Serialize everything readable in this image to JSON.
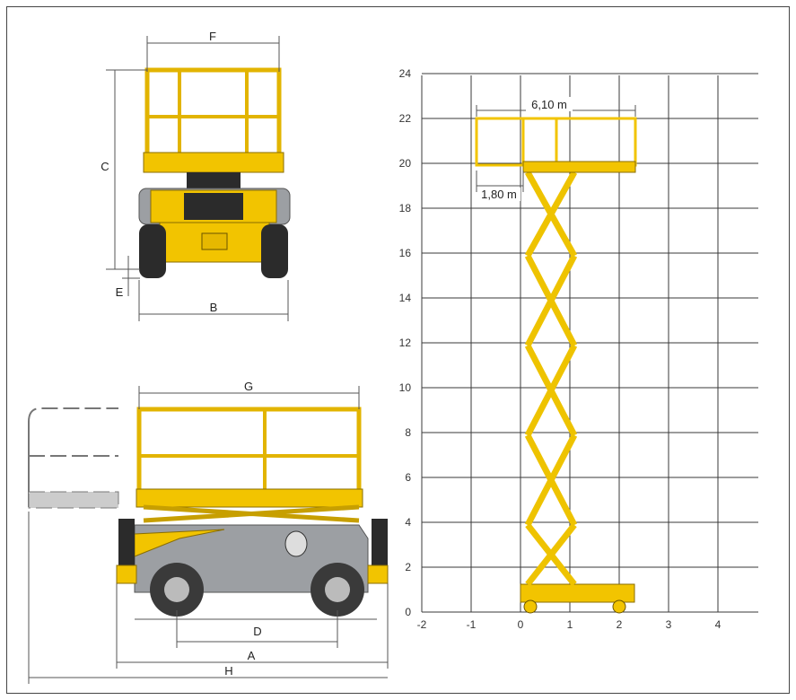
{
  "front_view": {
    "labels": {
      "F": "F",
      "C": "C",
      "E": "E",
      "B": "B"
    }
  },
  "side_view": {
    "labels": {
      "G": "G",
      "D": "D",
      "A": "A",
      "H": "H"
    }
  },
  "working_range_chart": {
    "extension_label": "6,10 m",
    "platform_label": "1,80 m",
    "x_ticks": [
      "-2",
      "-1",
      "0",
      "1",
      "2",
      "3",
      "4"
    ],
    "y_ticks": [
      "0",
      "2",
      "4",
      "6",
      "8",
      "10",
      "12",
      "14",
      "16",
      "18",
      "20",
      "22",
      "24"
    ]
  },
  "colors": {
    "machine_yellow": "#f2c400",
    "chassis_grey": "#9c9fa3",
    "grid": "#3a3a3a"
  }
}
